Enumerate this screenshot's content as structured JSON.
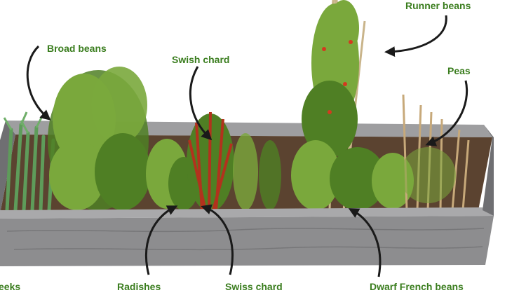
{
  "colors": {
    "label": "#3a7d1e",
    "arrow": "#1a1a1a",
    "soil": "#5b4330",
    "wood": "#8d8d8f",
    "wood_dark": "#6f6f72",
    "leaf": "#7aa83c",
    "leaf_dark": "#4f7f24",
    "chard_red": "#b2321d",
    "pea_dry": "#c7a97a"
  },
  "labels": {
    "broad_beans": "Broad beans",
    "swish_chard": "Swish chard",
    "runner_beans": "Runner beans",
    "peas": "Peas",
    "leeks": "eeks",
    "radishes": "Radishes",
    "swiss_chard": "Swiss chard",
    "dwarf_french_beans": "Dwarf French beans"
  }
}
